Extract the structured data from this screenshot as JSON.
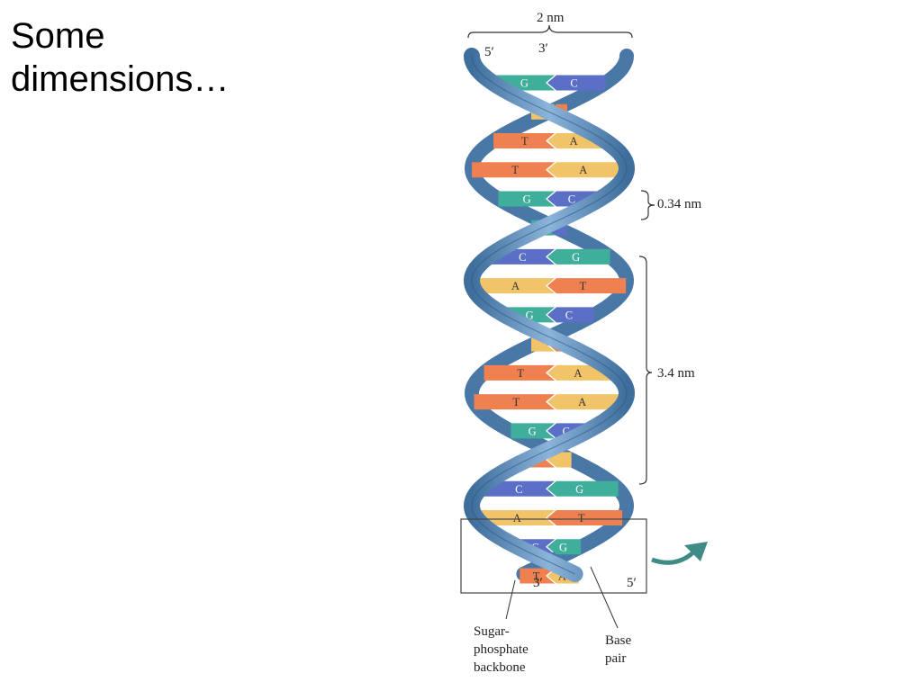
{
  "slide": {
    "title_line1": "Some",
    "title_line2": "dimensions…"
  },
  "figure": {
    "width_label": "2 nm",
    "top_left_end": "5′",
    "top_right_end": "3′",
    "rise_label": "0.34 nm",
    "pitch_label": "3.4 nm",
    "bottom_left_end": "3′",
    "bottom_right_end": "5′",
    "backbone_label": [
      "Sugar-",
      "phosphate",
      "backbone"
    ],
    "basepair_label": [
      "Base",
      "pair"
    ],
    "colors": {
      "G": "#3fae9a",
      "C": "#5b6fc6",
      "A": "#f2c46a",
      "T": "#ef8050",
      "backbone": "#5d8dba",
      "arrow": "#3f8c86"
    },
    "base_pairs": [
      {
        "left": "G",
        "right": "C"
      },
      {
        "left": "A",
        "right": "T"
      },
      {
        "left": "T",
        "right": "A"
      },
      {
        "left": "T",
        "right": "A"
      },
      {
        "left": "G",
        "right": "C"
      },
      {
        "left": "G",
        "right": "C"
      },
      {
        "left": "C",
        "right": "G"
      },
      {
        "left": "A",
        "right": "T"
      },
      {
        "left": "G",
        "right": "C"
      },
      {
        "left": "A",
        "right": "T"
      },
      {
        "left": "T",
        "right": "A"
      },
      {
        "left": "T",
        "right": "A"
      },
      {
        "left": "G",
        "right": "C"
      },
      {
        "left": "T",
        "right": "A"
      },
      {
        "left": "C",
        "right": "G"
      },
      {
        "left": "A",
        "right": "T"
      },
      {
        "left": "C",
        "right": "G"
      },
      {
        "left": "T",
        "right": "A"
      }
    ]
  }
}
